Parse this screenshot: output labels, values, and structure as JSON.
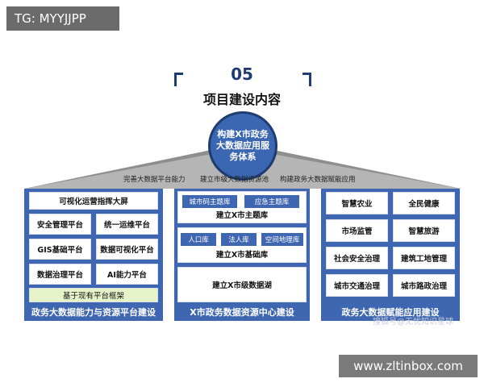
{
  "tag": "TG: MYYJJPP",
  "number": "05",
  "subtitle": "项目建设内容",
  "center": "构建X市政务大数据应用服务体系",
  "roof_labels": [
    "完善大数据平台能力",
    "建立市级大数据资源池",
    "构建政务大数据赋能应用"
  ],
  "left": {
    "full_item": "可视化运营指挥大屏",
    "items": [
      "安全管理平台",
      "统一运维平台",
      "GIS基础平台",
      "数据可视化平台",
      "数据治理平台",
      "AI能力平台"
    ],
    "framework": "基于现有平台框架",
    "label": "政务大数据能力与资源平台建设"
  },
  "middle": {
    "theme_tags": [
      "城市码主题库",
      "应急主题库"
    ],
    "theme_title": "建立X市主题库",
    "base_tags": [
      "人口库",
      "法人库",
      "空间地理库"
    ],
    "base_title": "建立X市基础库",
    "lake": "建立X市级数据湖",
    "label": "X市政务数据资源中心建设"
  },
  "right": {
    "items": [
      "智慧农业",
      "全民健康",
      "市场监管",
      "智慧旅游",
      "社会安全治理",
      "建筑工地管理",
      "城市交通治理",
      "城市路政治理"
    ],
    "label": "政务大数据赋能应用建设"
  },
  "watermark": "搜狐号@无忧知识星球",
  "site": "www.zltinbox.com"
}
